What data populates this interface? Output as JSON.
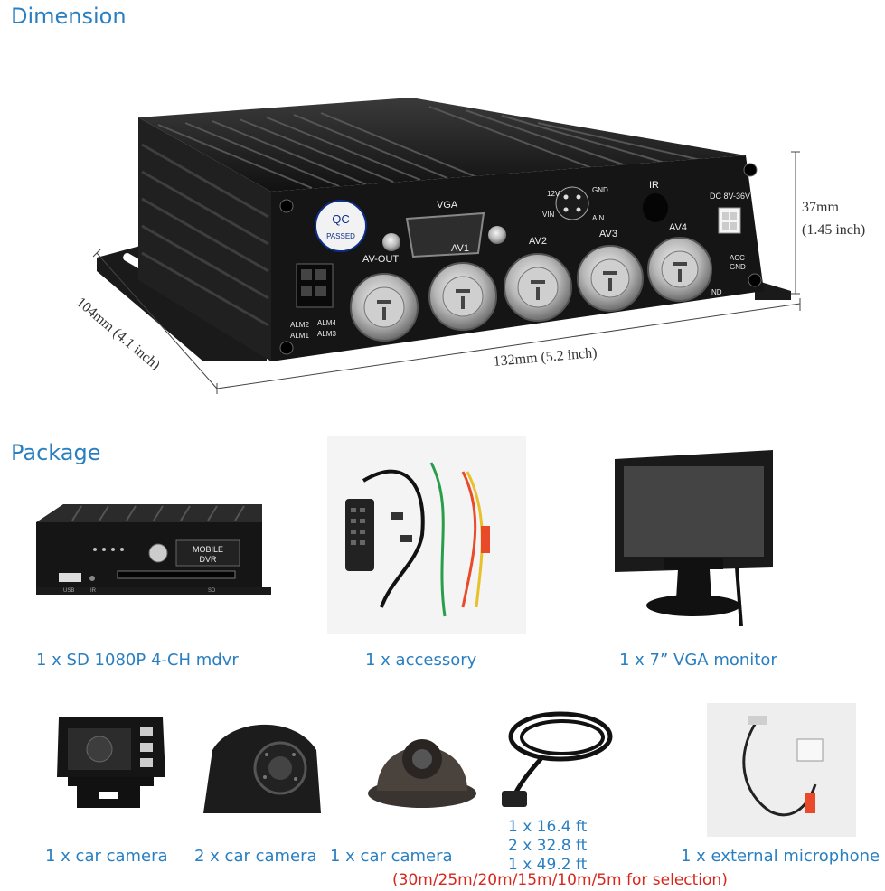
{
  "dimension": {
    "heading": "Dimension",
    "height_mm": "37mm",
    "height_inch": "(1.45 inch)",
    "depth_label": "104mm (4.1 inch)",
    "width_label": "132mm (5.2 inch)",
    "device_labels": {
      "qc": "QC",
      "passed": "PASSED",
      "vga": "VGA",
      "ir": "IR",
      "v12": "12V",
      "gnd": "GND",
      "vin": "VIN",
      "ain": "AIN",
      "dc": "DC 8V-36V",
      "acc": "ACC",
      "gnd2": "GND",
      "nd": "ND",
      "av_out": "AV-OUT",
      "av1": "AV1",
      "av2": "AV2",
      "av3": "AV3",
      "av4": "AV4",
      "alm2": "ALM2",
      "alm4": "ALM4",
      "alm1": "ALM1",
      "alm3": "ALM3"
    }
  },
  "package": {
    "heading": "Package",
    "items": [
      {
        "label": "1 x SD 1080P 4-CH mdvr",
        "mobile": "MOBILE",
        "dvr": "DVR",
        "usb": "USB",
        "sd": "SD",
        "ir": "IR"
      },
      {
        "label": "1 x accessory"
      },
      {
        "label": "1 x 7” VGA monitor"
      },
      {
        "label": "1 x car camera"
      },
      {
        "label": "2 x car camera"
      },
      {
        "label": "1 x car camera"
      },
      {
        "label": "1 x external microphone"
      }
    ],
    "cables": {
      "lines": [
        "1 x 16.4 ft",
        "2 x 32.8 ft",
        "1 x 49.2 ft"
      ],
      "selection": "(30m/25m/20m/15m/10m/5m for selection)"
    }
  }
}
